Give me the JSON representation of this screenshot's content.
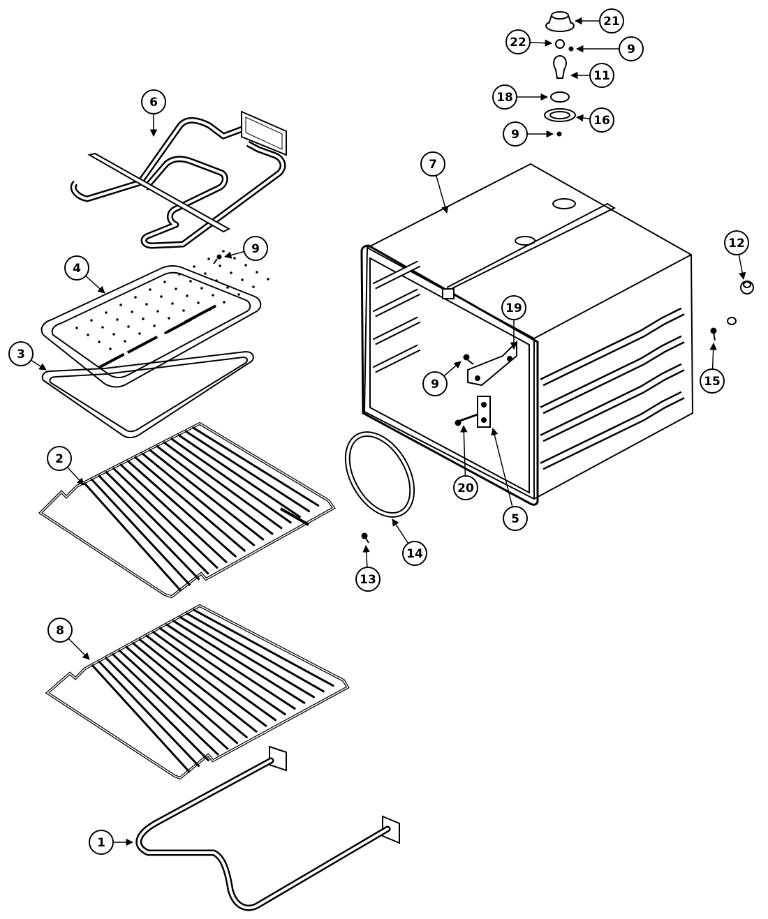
{
  "diagram": {
    "ink_color": "#000000",
    "background_color": "#ffffff",
    "callouts": [
      {
        "id": "c1",
        "label": "1"
      },
      {
        "id": "c2",
        "label": "2"
      },
      {
        "id": "c3",
        "label": "3"
      },
      {
        "id": "c4",
        "label": "4"
      },
      {
        "id": "c5",
        "label": "5"
      },
      {
        "id": "c6",
        "label": "6"
      },
      {
        "id": "c7",
        "label": "7"
      },
      {
        "id": "c8",
        "label": "8"
      },
      {
        "id": "c9a",
        "label": "9"
      },
      {
        "id": "c9b",
        "label": "9"
      },
      {
        "id": "c9c",
        "label": "9"
      },
      {
        "id": "c9d",
        "label": "9"
      },
      {
        "id": "c11",
        "label": "11"
      },
      {
        "id": "c12",
        "label": "12"
      },
      {
        "id": "c13",
        "label": "13"
      },
      {
        "id": "c14",
        "label": "14"
      },
      {
        "id": "c15",
        "label": "15"
      },
      {
        "id": "c16",
        "label": "16"
      },
      {
        "id": "c18",
        "label": "18"
      },
      {
        "id": "c19",
        "label": "19"
      },
      {
        "id": "c20",
        "label": "20"
      },
      {
        "id": "c21",
        "label": "21"
      },
      {
        "id": "c22",
        "label": "22"
      }
    ]
  }
}
